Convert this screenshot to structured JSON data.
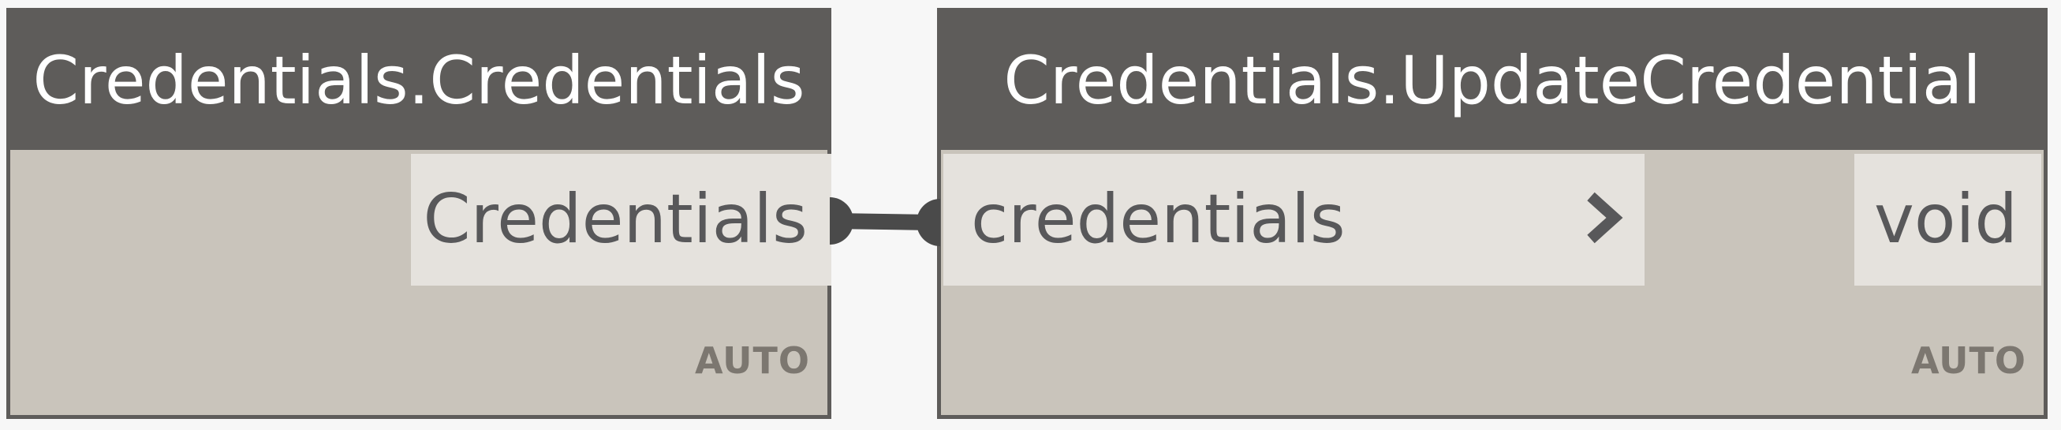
{
  "nodes": [
    {
      "title": "Credentials.Credentials",
      "outputs": [
        "Credentials"
      ],
      "lacing": "AUTO"
    },
    {
      "title": "Credentials.UpdateCredential",
      "inputs": [
        "credentials"
      ],
      "outputs": [
        "void"
      ],
      "lacing": "AUTO"
    }
  ],
  "colors": {
    "header": "#5e5c5a",
    "body": "#c9c4bb",
    "port": "#e5e2dd",
    "wire": "#4a4a4a",
    "canvas": "#f7f7f7"
  }
}
